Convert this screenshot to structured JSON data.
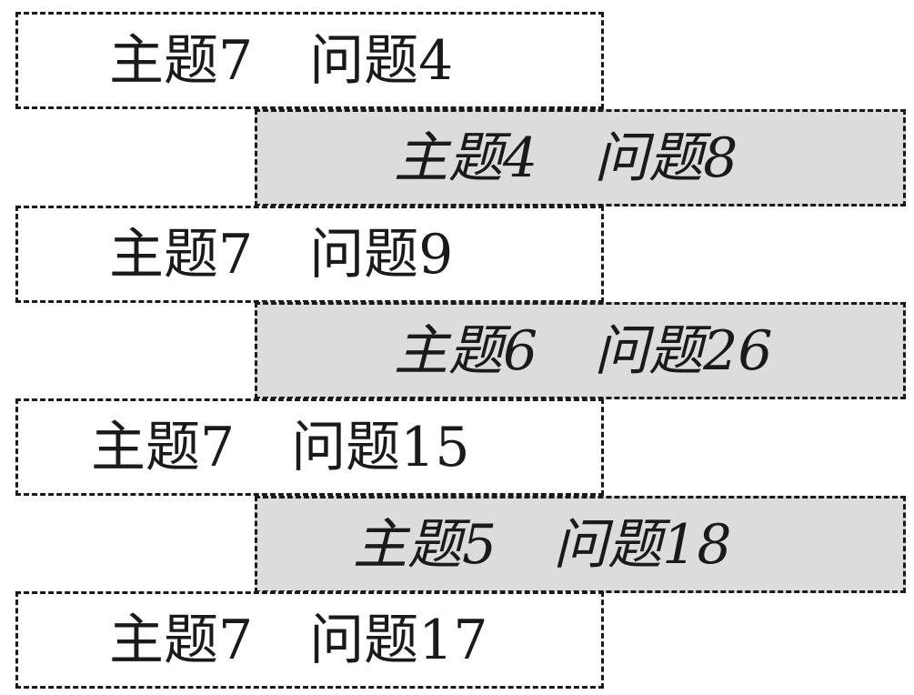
{
  "rows": [
    {
      "topic": "主题7",
      "question": "问题4"
    },
    {
      "topic": "主题4",
      "question": "问题8"
    },
    {
      "topic": "主题7",
      "question": "问题9"
    },
    {
      "topic": "主题6",
      "question": "问题26"
    },
    {
      "topic": "主题7",
      "question": "问题15"
    },
    {
      "topic": "主题5",
      "question": "问题18"
    },
    {
      "topic": "主题7",
      "question": "问题17"
    }
  ],
  "colors": {
    "shaded_box": "#dcdcdc",
    "plain_box": "#ffffff",
    "border": "#1a1a1a"
  }
}
